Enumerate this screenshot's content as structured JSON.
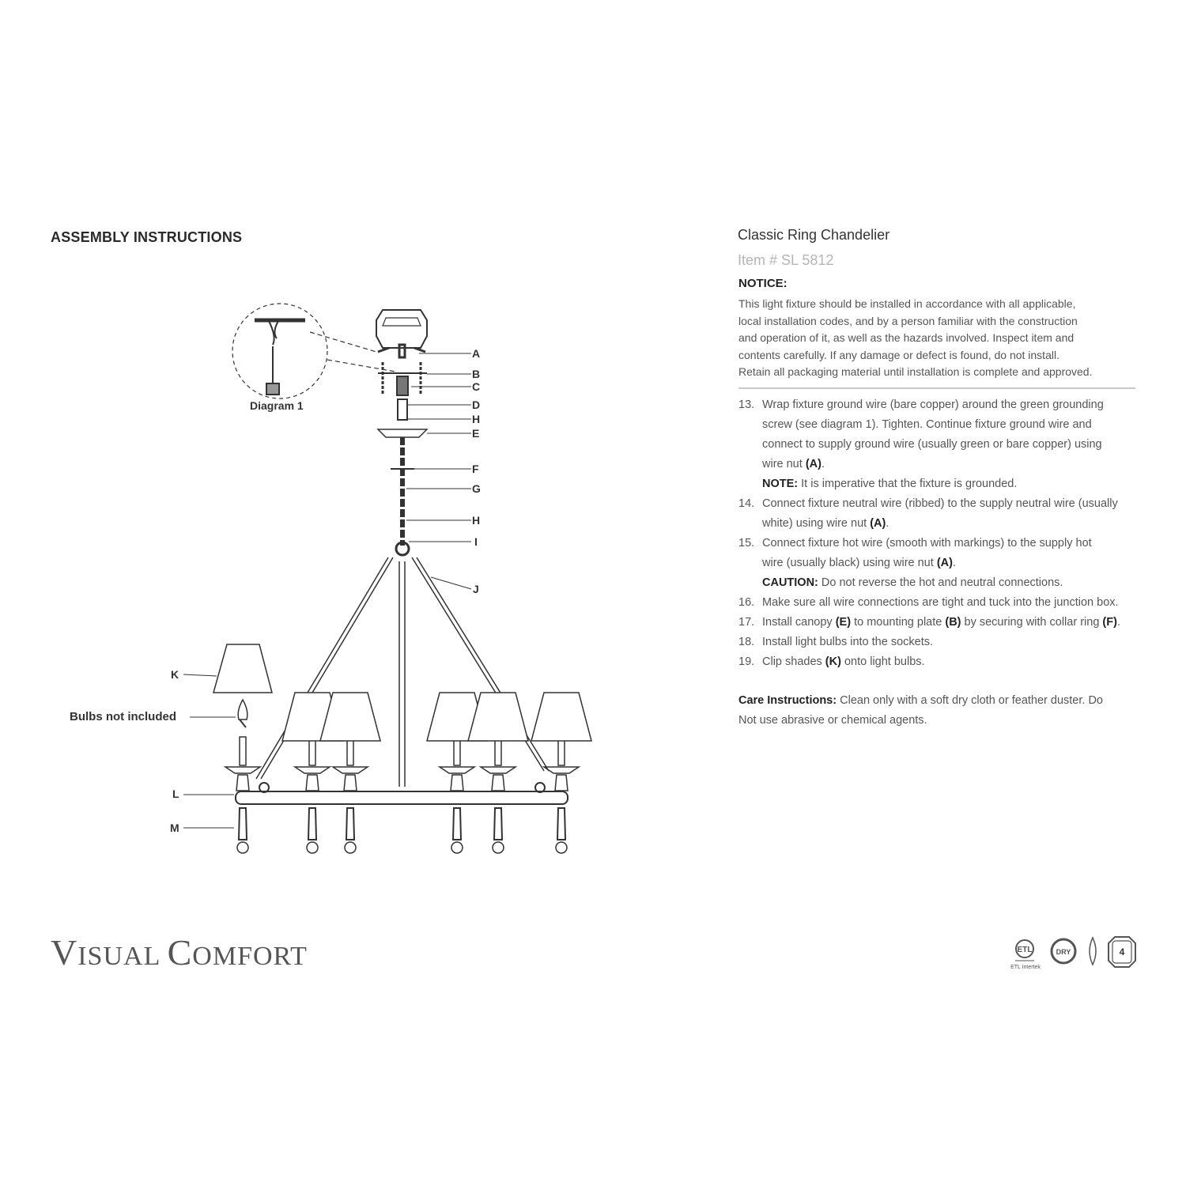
{
  "left": {
    "heading": "ASSEMBLY INSTRUCTIONS",
    "diagram_caption": "Diagram 1",
    "bulbs_note": "Bulbs not included",
    "part_labels": {
      "A": "A",
      "B": "B",
      "C": "C",
      "D": "D",
      "H1": "H",
      "E": "E",
      "F": "F",
      "G": "G",
      "H2": "H",
      "I": "I",
      "J": "J",
      "K": "K",
      "L": "L",
      "M": "M"
    }
  },
  "right": {
    "product_title": "Classic Ring Chandelier",
    "item_number": "Item # SL 5812",
    "notice_heading": "NOTICE:",
    "notice_lines": [
      "This light fixture should be installed in accordance with all applicable,",
      "local installation codes, and by a person familiar with the construction",
      "and operation of it, as well as the hazards involved. Inspect item and",
      "contents carefully. If any damage or defect is found, do not install.",
      "Retain all packaging material until installation is complete and approved."
    ],
    "steps": [
      {
        "num": "13.",
        "lines": [
          [
            {
              "t": "Wrap fixture ground wire (bare copper) around the green grounding"
            }
          ],
          [
            {
              "t": "screw (see diagram 1). Tighten. Continue fixture ground wire and"
            }
          ],
          [
            {
              "t": "connect to supply ground wire (usually green or bare copper) using"
            }
          ],
          [
            {
              "t": "wire nut "
            },
            {
              "t": "(A)",
              "b": true
            },
            {
              "t": "."
            }
          ],
          [
            {
              "t": "NOTE:",
              "b": true
            },
            {
              "t": " It is imperative that the fixture is grounded."
            }
          ]
        ]
      },
      {
        "num": "14.",
        "lines": [
          [
            {
              "t": "Connect fixture neutral wire (ribbed) to the supply neutral wire (usually"
            }
          ],
          [
            {
              "t": "white) using wire nut "
            },
            {
              "t": "(A)",
              "b": true
            },
            {
              "t": "."
            }
          ]
        ]
      },
      {
        "num": "15.",
        "lines": [
          [
            {
              "t": "Connect fixture hot wire (smooth with markings) to the supply hot"
            }
          ],
          [
            {
              "t": "wire (usually black) using wire nut "
            },
            {
              "t": "(A)",
              "b": true
            },
            {
              "t": "."
            }
          ],
          [
            {
              "t": "CAUTION:",
              "b": true
            },
            {
              "t": " Do not reverse the hot and neutral connections."
            }
          ]
        ]
      },
      {
        "num": "16.",
        "lines": [
          [
            {
              "t": "Make sure all wire connections are tight and tuck into the junction box."
            }
          ]
        ]
      },
      {
        "num": "17.",
        "lines": [
          [
            {
              "t": "Install canopy "
            },
            {
              "t": "(E)",
              "b": true
            },
            {
              "t": " to mounting plate "
            },
            {
              "t": "(B)",
              "b": true
            },
            {
              "t": " by securing with collar ring "
            },
            {
              "t": "(F)",
              "b": true
            },
            {
              "t": "."
            }
          ]
        ]
      },
      {
        "num": "18.",
        "lines": [
          [
            {
              "t": "Install light bulbs into the sockets."
            }
          ]
        ]
      },
      {
        "num": "19.",
        "lines": [
          [
            {
              "t": "Clip shades "
            },
            {
              "t": "(K)",
              "b": true
            },
            {
              "t": " onto light bulbs."
            }
          ]
        ]
      }
    ],
    "care_heading": "Care Instructions:",
    "care_lines": [
      " Clean only with a soft dry cloth or feather duster. Do",
      "Not use abrasive or chemical agents."
    ]
  },
  "footer": {
    "brand": "Visual Comfort",
    "cert_marks": [
      "ETL Intertek",
      "DRY",
      "candelabra-bulb",
      "4"
    ],
    "dry_label": "DRY",
    "page_number": "4"
  },
  "colors": {
    "text": "#333333",
    "muted": "#b5b5b5",
    "rule": "#c8c8c8"
  }
}
